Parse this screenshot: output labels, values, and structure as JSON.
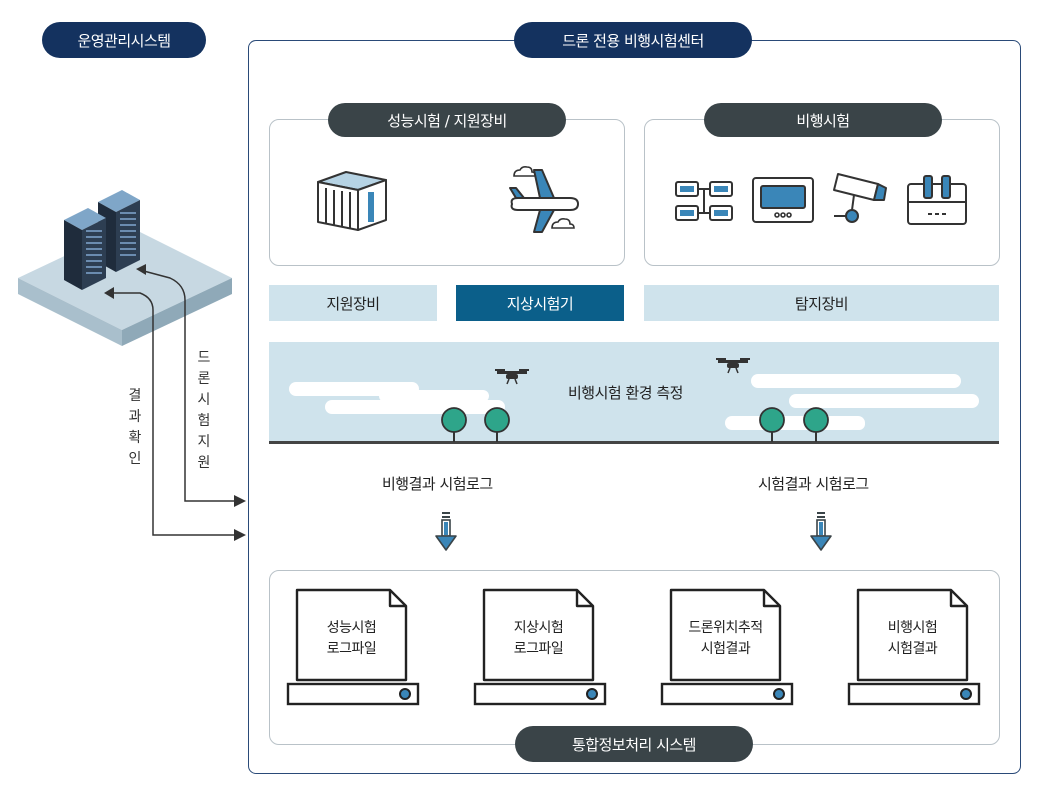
{
  "left": {
    "system_label": "운영관리시스템",
    "flow_down": "드론시험지원",
    "flow_up": "결과확인"
  },
  "center": {
    "title": "드론 전용 비행시험센터",
    "box_perf": {
      "label": "성능시험 / 지원장비"
    },
    "box_flight": {
      "label": "비행시험"
    },
    "bars": {
      "support": "지원장비",
      "ground": "지상시험기",
      "detect": "탐지장비"
    },
    "env_label": "비행시험 환경 측정",
    "logs": {
      "flight": "비행결과 시험로그",
      "test": "시험결과 시험로그"
    },
    "docs": [
      {
        "line1": "성능시험",
        "line2": "로그파일"
      },
      {
        "line1": "지상시험",
        "line2": "로그파일"
      },
      {
        "line1": "드론위치추적",
        "line2": "시험결과"
      },
      {
        "line1": "비행시험",
        "line2": "시험결과"
      }
    ],
    "integrated_label": "통합정보처리 시스템"
  }
}
